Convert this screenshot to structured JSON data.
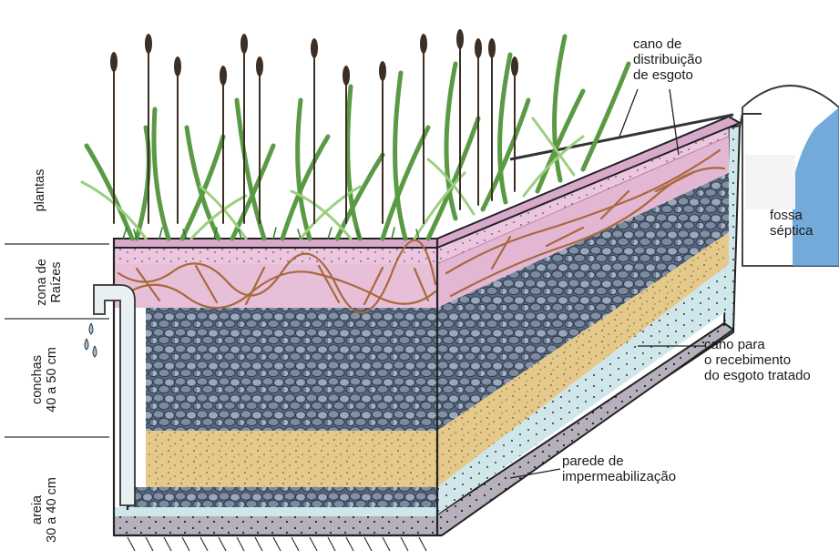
{
  "labels": {
    "cano_distribuicao": "cano de\ndistribuição\nde esgoto",
    "fossa_septica": "fossa\nséptica",
    "cano_recebimento": "cano para\no recebimento\ndo esgoto tratado",
    "parede_impermeabilizacao": "parede de\nimpermeabilização"
  },
  "layers": {
    "plantas": "plantas",
    "zona_raizes": "zona de\nRaízes",
    "conchas": "conchas\n40 a 50 cm",
    "areia": "areia\n30 a 40 cm"
  },
  "colors": {
    "soil": "#e6b8d9",
    "roots": "#a7693d",
    "stones": "#6d7e96",
    "sand": "#e4c98a",
    "water_wall": "#cde7ea",
    "plant": "#7ec065",
    "cattail": "#3d2f24",
    "outline": "#222222",
    "fossa_water": "#5b9bd2"
  }
}
